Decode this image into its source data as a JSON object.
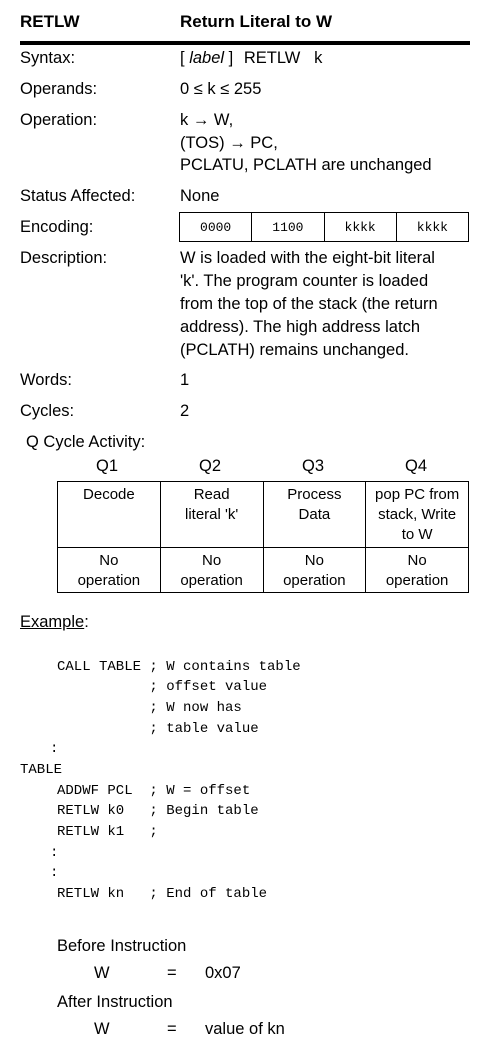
{
  "header": {
    "mnemonic": "RETLW",
    "title": "Return Literal to W"
  },
  "rows": {
    "syntax_label": "Syntax:",
    "syntax_label_word": "label",
    "syntax_open": "[",
    "syntax_close": "]",
    "syntax_rest": "RETLW   k",
    "operands_label": "Operands:",
    "operands_value": "0 ≤ k ≤ 255",
    "operation_label": "Operation:",
    "operation_lines": [
      "k → W,",
      "(TOS) → PC,",
      "PCLATU, PCLATH are unchanged"
    ],
    "status_label": "Status Affected:",
    "status_value": "None",
    "encoding_label": "Encoding:",
    "encoding_cells": [
      "0000",
      "1100",
      "kkkk",
      "kkkk"
    ],
    "description_label": "Description:",
    "description_lines": [
      "W is loaded with the eight-bit literal",
      "'k'. The program counter is loaded",
      "from the top of the stack (the return",
      "address). The high address latch",
      "(PCLATH) remains unchanged."
    ],
    "words_label": "Words:",
    "words_value": "1",
    "cycles_label": "Cycles:",
    "cycles_value": "2",
    "qcycle_label": "Q Cycle Activity:"
  },
  "qcycle": {
    "headers": [
      "Q1",
      "Q2",
      "Q3",
      "Q4"
    ],
    "row1": [
      [
        "Decode"
      ],
      [
        "Read",
        "literal 'k'"
      ],
      [
        "Process",
        "Data"
      ],
      [
        "pop PC from",
        "stack, Write",
        "to W"
      ]
    ],
    "row2": [
      [
        "No",
        "operation"
      ],
      [
        "No",
        "operation"
      ],
      [
        "No",
        "operation"
      ],
      [
        "No",
        "operation"
      ]
    ]
  },
  "example": {
    "label": "Example",
    "colon": ":",
    "code_lines": [
      "CALL TABLE ; W contains table",
      "           ; offset value",
      "           ; W now has",
      "           ; table value",
      ":",
      "TABLE",
      "ADDWF PCL  ; W = offset",
      "RETLW k0   ; Begin table",
      "RETLW k1   ;",
      ":",
      ":",
      "RETLW kn   ; End of table"
    ],
    "before_label": "Before Instruction",
    "before_reg": "W",
    "before_eq": "=",
    "before_val": "0x07",
    "after_label": "After Instruction",
    "after_reg": "W",
    "after_eq": "=",
    "after_val": "value of kn"
  }
}
